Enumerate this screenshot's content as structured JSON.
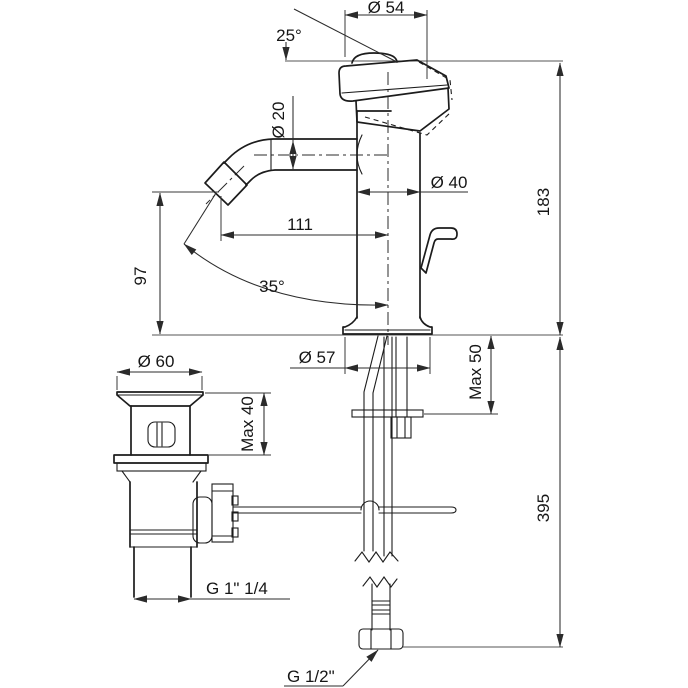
{
  "drawing": {
    "type": "technical-dimension-drawing",
    "subject": "single-hole basin mixer tap with pop-up waste",
    "units_note": "mm",
    "dimensions": {
      "head_diameter": "Ø 54",
      "head_tilt_angle": "25°",
      "spout_tube_diameter": "Ø 20",
      "body_diameter": "Ø 40",
      "height_above_deck": "183",
      "spout_reach": "111",
      "spout_outlet_height": "97",
      "spout_outlet_angle": "35°",
      "base_diameter": "Ø 57",
      "max_deck_thickness_mixer": "Max 50",
      "waste_cap_diameter": "Ø 60",
      "max_deck_thickness_waste": "Max 40",
      "waste_thread": "G 1\" 1/4",
      "total_height": "395",
      "supply_thread": "G 1/2\""
    }
  }
}
